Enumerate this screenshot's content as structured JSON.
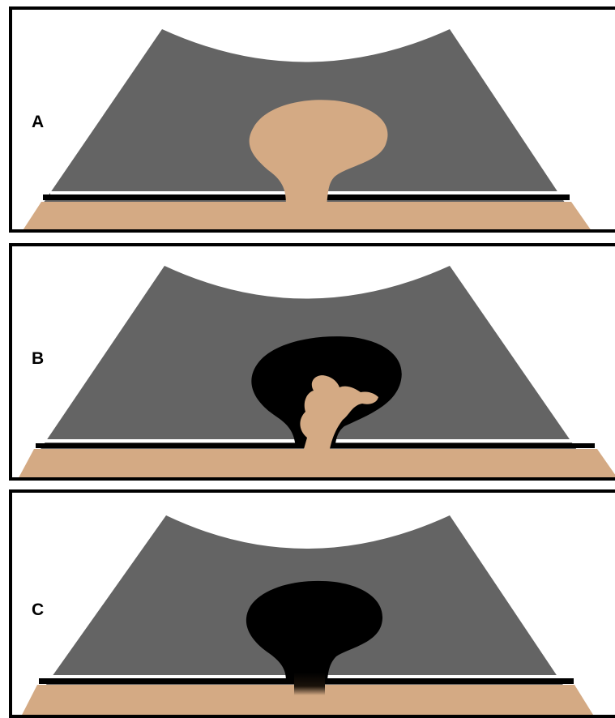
{
  "panels": [
    {
      "label": "A",
      "stage": "sample-filled"
    },
    {
      "label": "B",
      "stage": "partially-replaced"
    },
    {
      "label": "C",
      "stage": "fully-replaced"
    }
  ],
  "colors": {
    "rock": "#646464",
    "sample": "#d4aa84",
    "void": "#000000",
    "frame": "#000000",
    "stripe": "#ffffff"
  }
}
